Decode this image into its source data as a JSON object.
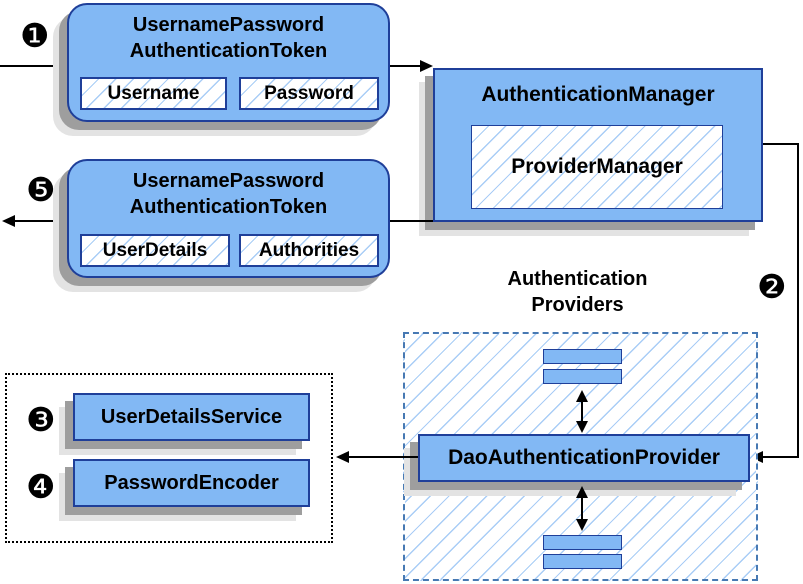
{
  "diagram": {
    "step_badges": {
      "step1": "❶",
      "step2": "❷",
      "step3": "❸",
      "step4": "❹",
      "step5": "❺"
    },
    "request_token": {
      "title1": "UsernamePassword",
      "title2": "AuthenticationToken",
      "field1": "Username",
      "field2": "Password"
    },
    "auth_manager": {
      "title": "AuthenticationManager",
      "inner": "ProviderManager"
    },
    "response_token": {
      "title1": "UsernamePassword",
      "title2": "AuthenticationToken",
      "field1": "UserDetails",
      "field2": "Authorities"
    },
    "providers_group": {
      "label1": "Authentication",
      "label2": "Providers"
    },
    "dao_provider": {
      "label": "DaoAuthenticationProvider"
    },
    "beans_group": {
      "service": "UserDetailsService",
      "encoder": "PasswordEncoder"
    },
    "colors": {
      "node_fill": "#82B8F4",
      "node_border": "#1F3F99",
      "hatch_line": "#A9CDF6",
      "providers_dashed_border": "#4779B3",
      "beans_dotted_border": "#000000",
      "shadow_dark": "#9E9E9E",
      "shadow_light": "#E3E3E3",
      "arrow": "#000000"
    }
  }
}
